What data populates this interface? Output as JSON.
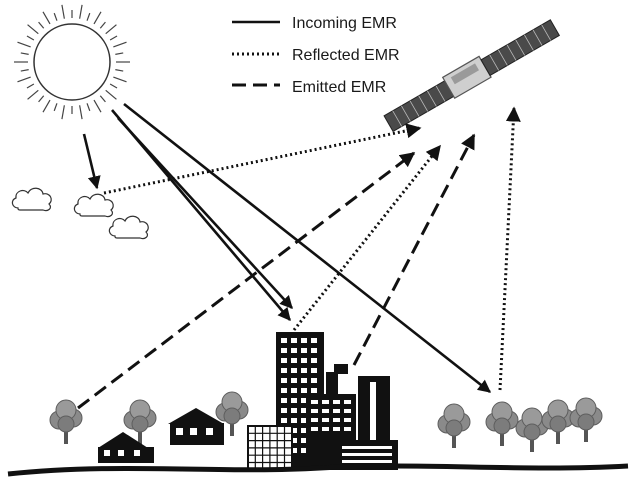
{
  "legend": {
    "incoming": "Incoming EMR",
    "reflected": "Reflected EMR",
    "emitted": "Emitted EMR"
  },
  "colors": {
    "ink": "#111111",
    "tree": "#8a8a8a",
    "tree_dark": "#5e5e5e",
    "satellite": "#bdbdbd",
    "panel": "#4a4a4a",
    "background": "#ffffff"
  },
  "icons": [
    "sun-icon",
    "cloud-icon",
    "satellite-icon",
    "building-icon",
    "house-icon",
    "tree-icon"
  ]
}
